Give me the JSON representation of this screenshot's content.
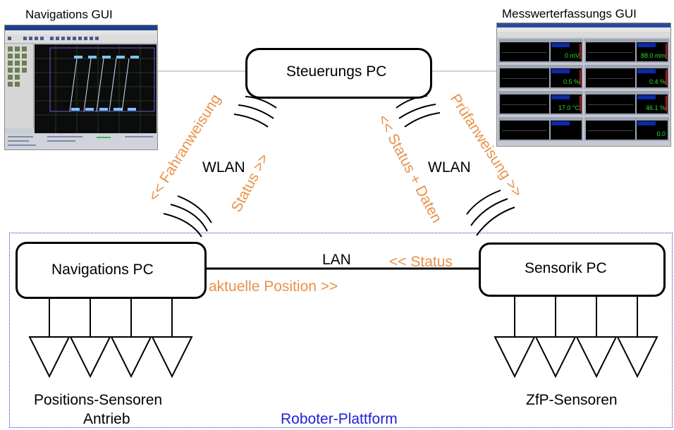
{
  "titles": {
    "nav_gui": "Navigations GUI",
    "mess_gui": "Messwerterfassungs GUI"
  },
  "boxes": {
    "steuerungs_pc": "Steuerungs PC",
    "navigations_pc": "Navigations PC",
    "sensorik_pc": "Sensorik PC"
  },
  "links": {
    "wlan_left": "WLAN",
    "wlan_right": "WLAN",
    "lan": "LAN",
    "fahranweisung": "<< Fahranweisung",
    "status_left": "Status >>",
    "pruefanweisung": "Prüfanweisung >>",
    "status_daten": "<< Status + Daten",
    "status_lan": "<< Status",
    "aktuelle_position": "aktuelle Position >>"
  },
  "sensors": {
    "left_line1": "Positions-Sensoren",
    "left_line2": "Antrieb",
    "right_line1": "ZfP-Sensoren"
  },
  "platform_label": "Roboter-Plattform",
  "mess_values": [
    "0 mV",
    "88.0 mm",
    "0.5 %",
    "0.4 %",
    "17.0 °C",
    "46.1 %",
    "",
    "0.0"
  ],
  "colors": {
    "label": "#e8924a",
    "platform": "#2b2bd0",
    "line": "#000000"
  }
}
